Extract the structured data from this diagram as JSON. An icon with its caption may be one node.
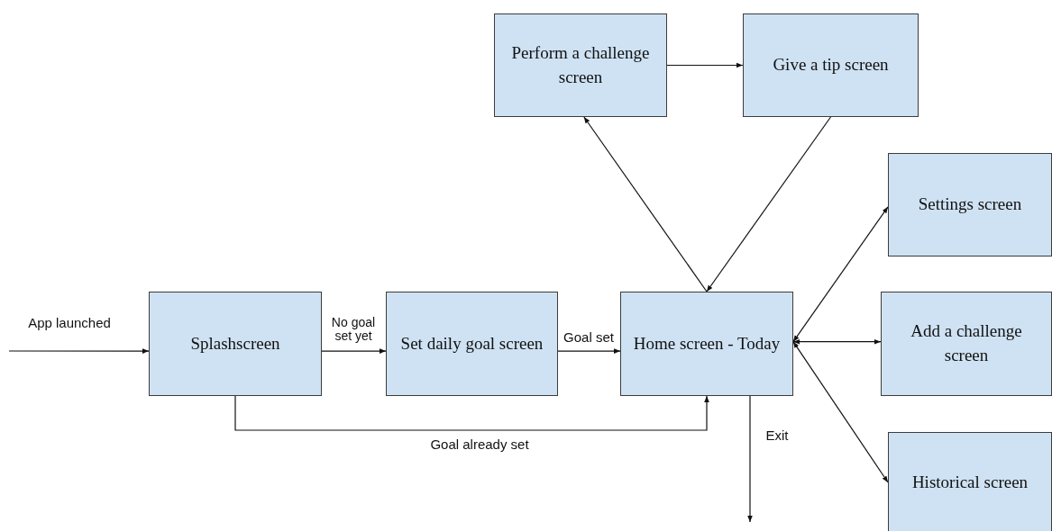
{
  "diagram": {
    "nodes": [
      {
        "text": [
          "Perform a challenge screen"
        ]
      },
      {
        "text": [
          "Give a tip screen"
        ]
      },
      {
        "text": [
          "Settings screen"
        ]
      },
      {
        "text": [
          "Splashscreen"
        ]
      },
      {
        "text": [
          "Set daily goal screen"
        ]
      },
      {
        "text": [
          "Home screen - Today"
        ]
      },
      {
        "text": [
          "Add a challenge screen"
        ]
      },
      {
        "text": [
          "Historical screen"
        ]
      }
    ],
    "edges": [
      {
        "from": null,
        "to": 3,
        "arrow": "to",
        "label": "App launched"
      },
      {
        "from": 3,
        "to": 4,
        "arrow": "to",
        "label": "No goal set yet"
      },
      {
        "from": 4,
        "to": 5,
        "arrow": "to",
        "label": "Goal set"
      },
      {
        "from": 3,
        "to": 5,
        "arrow": "to",
        "label": "Goal already set"
      },
      {
        "from": 5,
        "to": 0,
        "arrow": "to"
      },
      {
        "from": 1,
        "to": 5,
        "arrow": "to"
      },
      {
        "from": 5,
        "to": 2,
        "arrow": "both"
      },
      {
        "from": 5,
        "to": 6,
        "arrow": "both"
      },
      {
        "from": 5,
        "to": 7,
        "arrow": "both"
      },
      {
        "from": 0,
        "to": 1,
        "arrow": "to"
      },
      {
        "from": 5,
        "to": null,
        "arrow": "to",
        "label": "Exit"
      }
    ]
  }
}
